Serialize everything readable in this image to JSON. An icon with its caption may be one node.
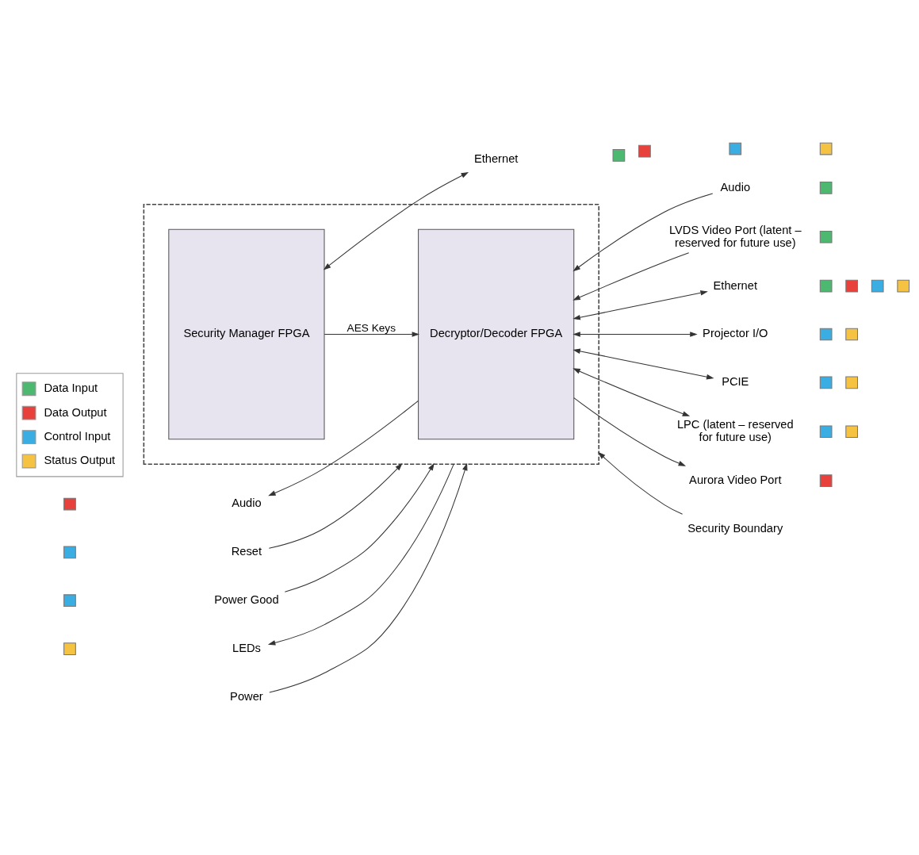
{
  "diagram": {
    "nodes": [
      {
        "text": [],
        "shape": "box"
      },
      {
        "text": [
          "Decryptor/Decoder FPGA"
        ],
        "in": 0
      },
      {
        "text": [
          "Security Manager FPGA"
        ],
        "in": 0
      },
      {
        "text": [
          "Audio"
        ]
      },
      {
        "text": [
          "LVDS Video Port (latent – reserved for future use)"
        ]
      },
      {
        "text": [
          "Ethernet"
        ]
      },
      {
        "text": [
          "Projector I/O"
        ]
      },
      {
        "text": [
          "PCIE"
        ]
      },
      {
        "text": [
          "LPC (latent – reserved for future use)"
        ]
      },
      {
        "text": [
          "Aurora Video Port"
        ]
      },
      {
        "text": [
          "Audio"
        ]
      },
      {
        "text": [
          "Reset"
        ]
      },
      {
        "text": [
          "Power Good"
        ]
      },
      {
        "text": [
          "LEDs"
        ]
      },
      {
        "text": [
          "Ethernet"
        ]
      },
      {
        "text": [
          "Power"
        ]
      },
      {
        "text": [
          "Security Boundary"
        ]
      },
      {
        "text": [],
        "shape": "box"
      },
      {
        "text": [],
        "shape": "box"
      },
      {
        "text": [],
        "shape": "box"
      },
      {
        "text": [],
        "shape": "box"
      },
      {
        "text": [],
        "shape": "box"
      },
      {
        "text": [],
        "shape": "box"
      },
      {
        "text": [],
        "shape": "box"
      },
      {
        "text": [],
        "shape": "box"
      },
      {
        "text": [],
        "shape": "box"
      },
      {
        "text": [],
        "shape": "box"
      },
      {
        "text": [],
        "shape": "box"
      },
      {
        "text": [],
        "shape": "box"
      },
      {
        "text": [],
        "shape": "box"
      },
      {
        "text": [],
        "shape": "box"
      },
      {
        "text": [],
        "shape": "box"
      },
      {
        "text": [],
        "shape": "box"
      },
      {
        "text": [],
        "shape": "box"
      },
      {
        "text": [],
        "shape": "box"
      },
      {
        "text": [],
        "shape": "box"
      },
      {
        "text": [],
        "shape": "box"
      },
      {
        "text": [],
        "shape": "box"
      }
    ],
    "edges": [
      {
        "from": 3,
        "to": 1,
        "arrow": "to"
      },
      {
        "from": 4,
        "to": 1,
        "arrow": "to"
      },
      {
        "from": 1,
        "to": 5,
        "arrow": "both"
      },
      {
        "from": 1,
        "to": 6,
        "arrow": "both"
      },
      {
        "from": 1,
        "to": 7,
        "arrow": "both"
      },
      {
        "from": 1,
        "to": 8,
        "arrow": "both"
      },
      {
        "from": 1,
        "to": 9,
        "arrow": "to"
      },
      {
        "from": 1,
        "to": 10,
        "arrow": "to"
      },
      {
        "from": 11,
        "to": 0,
        "arrow": "to"
      },
      {
        "from": 12,
        "to": 0,
        "arrow": "to"
      },
      {
        "from": 0,
        "to": 13,
        "arrow": "to"
      },
      {
        "from": 2,
        "to": 1,
        "arrow": "to",
        "label": "AES Keys"
      },
      {
        "from": 2,
        "to": 14,
        "arrow": "both"
      },
      {
        "from": 15,
        "to": 0,
        "arrow": "to"
      },
      {
        "from": 16,
        "to": 0,
        "arrow": "to"
      }
    ],
    "legend": [
      {
        "text": "Data Input",
        "color": "#4cb870"
      },
      {
        "text": "Data Output",
        "color": "#e8413c"
      },
      {
        "text": "Control Input",
        "color": "#3aaee2"
      },
      {
        "text": "Status Output",
        "color": "#f5c242"
      }
    ]
  }
}
